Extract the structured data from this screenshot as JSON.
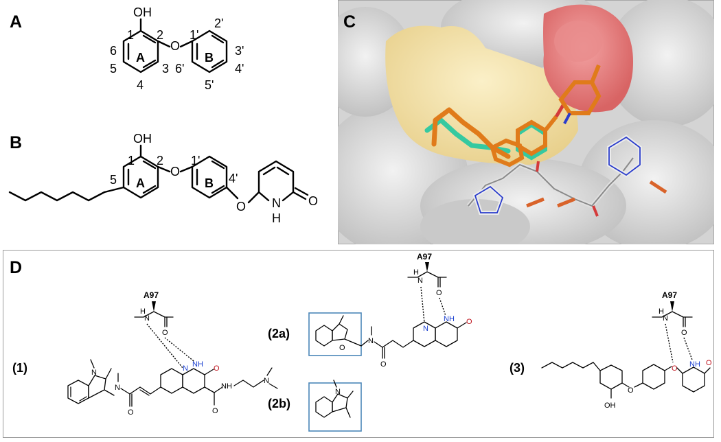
{
  "panels": {
    "a": {
      "letter": "A"
    },
    "b": {
      "letter": "B"
    },
    "c": {
      "letter": "C"
    },
    "d": {
      "letter": "D"
    }
  },
  "struct_a": {
    "oh": "OH",
    "o": "O",
    "ring_a": "A",
    "ring_b": "B",
    "n1": "1",
    "n2": "2",
    "n3": "3",
    "n4": "4",
    "n5": "5",
    "n6": "6",
    "p1": "1'",
    "p2": "2'",
    "p3": "3'",
    "p4": "4'",
    "p5": "5'",
    "p6": "6'"
  },
  "struct_b": {
    "oh": "OH",
    "o1": "O",
    "o2": "O",
    "o3": "O",
    "nh_n": "N",
    "nh_h": "H",
    "ring_a": "A",
    "ring_b": "B",
    "n1": "1",
    "n2": "2",
    "n5": "5",
    "p1": "1'",
    "p4": "4'"
  },
  "panel_d": {
    "compound_1": "(1)",
    "compound_2a": "(2a)",
    "compound_2b": "(2b)",
    "compound_3": "(3)",
    "residue": "A97",
    "n": "N",
    "h": "H",
    "o": "O",
    "oh": "OH",
    "nh": "NH"
  },
  "colors": {
    "heteroatom_blue": "#1a3fd0",
    "heteroatom_red": "#c0141e",
    "box_border": "#4a86b8",
    "surface_grey": "#d8d8d8",
    "pocket_yellow": "#f3e2a8",
    "pocket_red": "#e57a7a",
    "ligand_orange": "#e07b1a",
    "ligand_teal": "#35c9a0"
  }
}
